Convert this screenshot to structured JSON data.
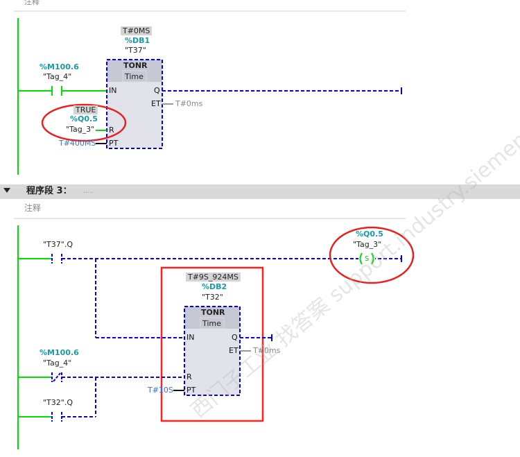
{
  "top_comment": "注释",
  "network2": {
    "contact_addr": "%M100.6",
    "contact_tag": "\"Tag_4\"",
    "timer_preset_value": "T#0MS",
    "db": "%DB1",
    "instance": "\"T37\"",
    "block_type": "TONR",
    "block_sub": "Time",
    "pins": {
      "in": "IN",
      "q": "Q",
      "et": "ET",
      "r": "R",
      "pt": "PT"
    },
    "et_value": "T#0ms",
    "r_value": "TRUE",
    "r_addr": "%Q0.5",
    "r_tag": "\"Tag_3\"",
    "pt_value": "T#400MS"
  },
  "network3": {
    "header_title": "程序段 3：",
    "header_dots": ".....",
    "comment": "注释",
    "contact1_label": "\"T37\".Q",
    "coil_addr": "%Q0.5",
    "coil_tag": "\"Tag_3\"",
    "coil_symbol": "S",
    "timer_value": "T#9S_924MS",
    "db": "%DB2",
    "instance": "\"T32\"",
    "block_type": "TONR",
    "block_sub": "Time",
    "pins": {
      "in": "IN",
      "q": "Q",
      "et": "ET",
      "r": "R",
      "pt": "PT"
    },
    "et_value": "T#0ms",
    "contact2_addr": "%M100.6",
    "contact2_tag": "\"Tag_4\"",
    "contact3_label": "\"T32\".Q",
    "pt_value": "T#10S"
  },
  "watermark": "西门子工业 找答案 support.industry.siemens.com/cs",
  "colors": {
    "power": "#00e000",
    "dashed": "#0000e0",
    "highlight": "#ff2020"
  }
}
